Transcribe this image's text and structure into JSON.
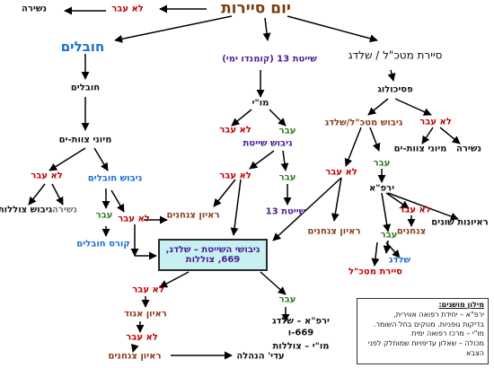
{
  "root": "יום סיירות",
  "rejected": "לא עבר",
  "passed": "עבר",
  "nodes": {
    "sheshira": "נשירה",
    "hovlim": "חובלים",
    "shayetet13_komando": "שייטת 13 (קומנדו ימי)",
    "sayeret_matkal_shaldag": "סיירת מטכ\"ל / שלדג",
    "hovlim_sub": "חובלים",
    "miyun_tzevet_yam_left": "מיוני צוות-ים",
    "morai": "מו\"י",
    "psicholog": "פסיכולוג",
    "gibush_hovlim": "גיבוש חובלים",
    "gibush_shayetet": "גיבוש שייטת",
    "gibush_matkal_shaldag": "גיבוש מטכ\"ל/שלדג",
    "miyun_tzevet_yam_right": "מיוני צוות-ים",
    "sheshira_right": "נשירה",
    "gibush_tzolelot": "גיבוש צוללות",
    "sheshira_left": "נשירה",
    "shayetet13": "שייטת 13",
    "yarpa": "ירפ\"א",
    "reayon_tzanchanim_mid": "ראיון צנחנים",
    "reayon_tzanchanim_right": "ראיון צנחנים",
    "reayonot_shonim": "ראיונות שונים",
    "kurs_hovlim": "קורס חובלים",
    "tzanchanim_green": "צנחנים",
    "shaldag": "שלדג",
    "sayeret_matkal": "סיירת מטכ\"ל",
    "center_box": [
      "גיבושי השייטת – שלדג,",
      "669, צוללות"
    ],
    "reayon_agaf": "ראיון אגוד",
    "reayon_tzanchanim_bottom": "ראיון צנחנים",
    "adif_hanahala": "עדי' הנהלה",
    "yarpa_shaldag": "ירפ\"א – שלדג",
    "n669": "669-ו",
    "morai_tzolelot": "מו\"י – צוללות"
  },
  "legend": {
    "title": "מילון מושגים:",
    "lines": [
      "ירפ\"א – יחידת רפואה אווירית,",
      "בדיקות גופניות. מנוקים בחל השומר.",
      "מו\"י – מרכז רפואה ימית",
      "מכולה – שאלון עדיפויות שמוחלק לפני",
      "הצבא"
    ]
  }
}
